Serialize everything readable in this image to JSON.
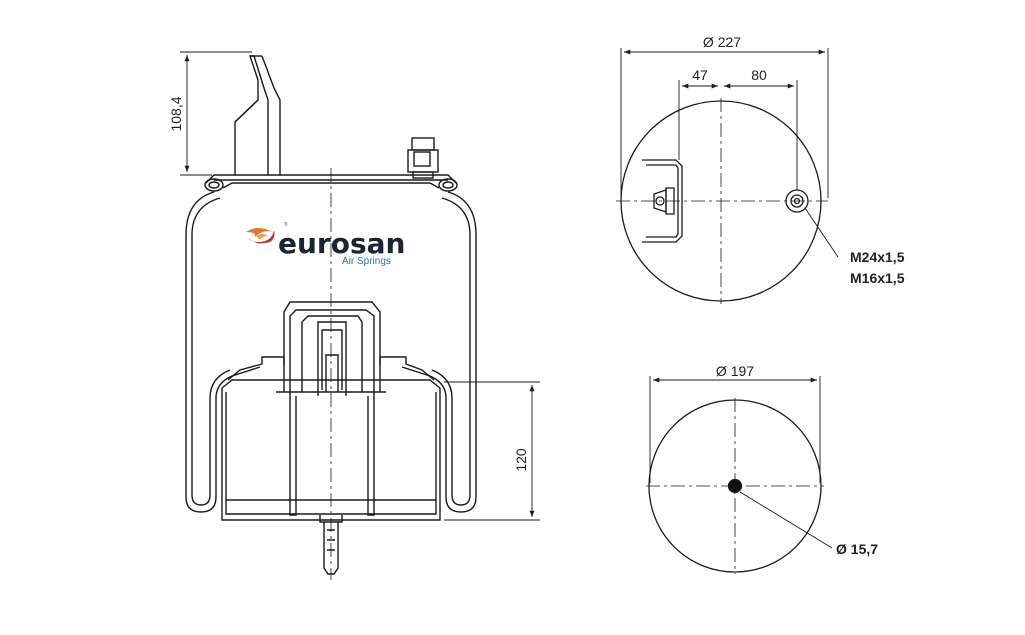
{
  "logo": {
    "brand": "eurosan",
    "tagline": "Air Springs",
    "trademark": "®",
    "colors": {
      "flame_orange": "#e8772e",
      "flame_red": "#c0312b",
      "text": "#1a2533",
      "tagline": "#2a6fb0"
    }
  },
  "side_view": {
    "height_top": "108,4",
    "height_piston": "120"
  },
  "top_view": {
    "diameter": "Ø 227",
    "offset_left": "47",
    "offset_right": "80",
    "thread_1": "M24x1,5",
    "thread_2": "M16x1,5"
  },
  "bottom_view": {
    "diameter": "Ø 197",
    "hole_diameter": "Ø 15,7"
  },
  "colors": {
    "line": "#1a1a1a",
    "bellow_fill": "#ffffff"
  }
}
